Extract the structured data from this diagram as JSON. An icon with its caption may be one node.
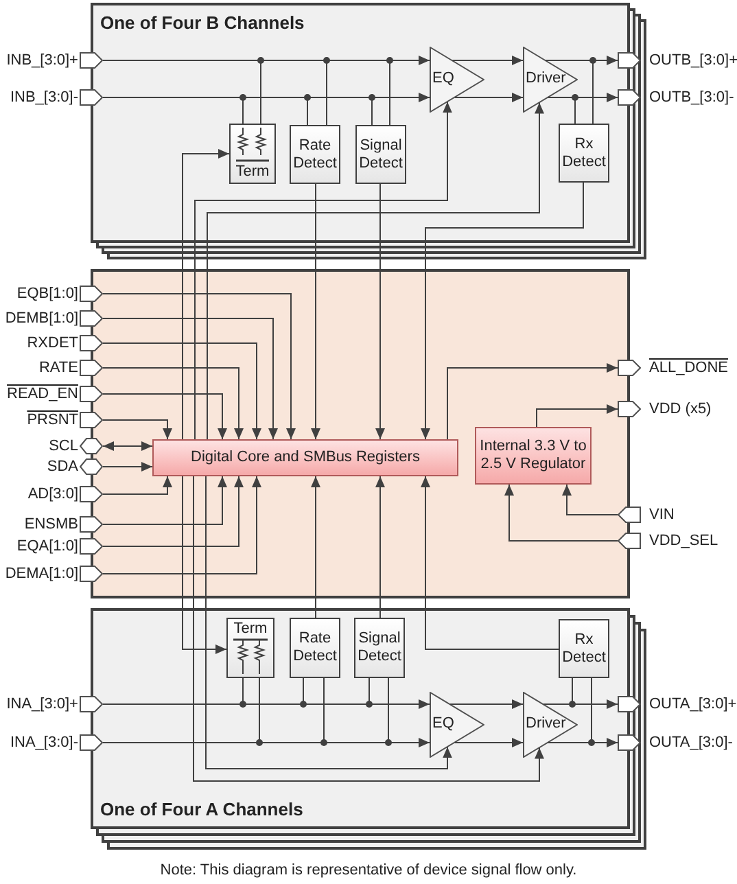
{
  "diagram": {
    "caption": "Note: This diagram is representative of device signal flow only.",
    "nodes": [
      {
        "text": [
          "One of Four B Channels"
        ]
      },
      {
        "text": [
          "INB_[3:0]+"
        ]
      },
      {
        "text": [
          "INB_[3:0]-"
        ]
      },
      {
        "text": [
          "Term"
        ],
        "in": 0
      },
      {
        "text": [
          "Rate Detect"
        ],
        "in": 0
      },
      {
        "text": [
          "Signal Detect"
        ],
        "in": 0
      },
      {
        "text": [
          "EQ"
        ],
        "in": 0
      },
      {
        "text": [
          "Driver"
        ],
        "in": 0
      },
      {
        "text": [
          "Rx Detect"
        ],
        "in": 0
      },
      {
        "text": [
          "OUTB_[3:0]+"
        ]
      },
      {
        "text": [
          "OUTB_[3:0]-"
        ]
      },
      {
        "text": [],
        "shape": "box"
      },
      {
        "text": [
          "EQB[1:0]"
        ]
      },
      {
        "text": [
          "DEMB[1:0]"
        ]
      },
      {
        "text": [
          "RXDET"
        ]
      },
      {
        "text": [
          "RATE"
        ]
      },
      {
        "text": [
          "READ_EN"
        ]
      },
      {
        "text": [
          "PRSNT"
        ]
      },
      {
        "text": [
          "SCL"
        ]
      },
      {
        "text": [
          "SDA"
        ]
      },
      {
        "text": [
          "AD[3:0]"
        ]
      },
      {
        "text": [
          "ENSMB"
        ]
      },
      {
        "text": [
          "EQA[1:0]"
        ]
      },
      {
        "text": [
          "DEMA[1:0]"
        ]
      },
      {
        "text": [
          "Digital Core and SMBus Registers"
        ],
        "in": 11
      },
      {
        "text": [
          "Internal 3.3 V to 2.5 V Regulator"
        ],
        "in": 11
      },
      {
        "text": [
          "ALL_DONE"
        ]
      },
      {
        "text": [
          "VDD (x5)"
        ]
      },
      {
        "text": [
          "VIN"
        ]
      },
      {
        "text": [
          "VDD_SEL"
        ]
      },
      {
        "text": [
          "One of Four A Channels"
        ]
      },
      {
        "text": [
          "INA_[3:0]+"
        ]
      },
      {
        "text": [
          "INA_[3:0]-"
        ]
      },
      {
        "text": [
          "Term"
        ],
        "in": 30
      },
      {
        "text": [
          "Rate Detect"
        ],
        "in": 30
      },
      {
        "text": [
          "Signal Detect"
        ],
        "in": 30
      },
      {
        "text": [
          "EQ"
        ],
        "in": 30
      },
      {
        "text": [
          "Driver"
        ],
        "in": 30
      },
      {
        "text": [
          "Rx Detect"
        ],
        "in": 30
      },
      {
        "text": [
          "OUTA_[3:0]+"
        ]
      },
      {
        "text": [
          "OUTA_[3:0]-"
        ]
      }
    ],
    "edges": [
      {
        "from": 1,
        "to": 6,
        "arrow": "to"
      },
      {
        "from": 2,
        "to": 6,
        "arrow": "to"
      },
      {
        "from": 1,
        "to": 3,
        "arrow": "none"
      },
      {
        "from": 2,
        "to": 3,
        "arrow": "none"
      },
      {
        "from": 1,
        "to": 4,
        "arrow": "none"
      },
      {
        "from": 2,
        "to": 4,
        "arrow": "none"
      },
      {
        "from": 1,
        "to": 5,
        "arrow": "none"
      },
      {
        "from": 2,
        "to": 5,
        "arrow": "none"
      },
      {
        "from": 6,
        "to": 7,
        "arrow": "to"
      },
      {
        "from": 6,
        "to": 7,
        "arrow": "to"
      },
      {
        "from": 7,
        "to": 9,
        "arrow": "to"
      },
      {
        "from": 7,
        "to": 10,
        "arrow": "to"
      },
      {
        "from": 7,
        "to": 8,
        "arrow": "none"
      },
      {
        "from": 7,
        "to": 8,
        "arrow": "none"
      },
      {
        "from": 24,
        "to": 3,
        "arrow": "to"
      },
      {
        "from": 24,
        "to": 6,
        "arrow": "to"
      },
      {
        "from": 24,
        "to": 7,
        "arrow": "to"
      },
      {
        "from": 4,
        "to": 24,
        "arrow": "to"
      },
      {
        "from": 5,
        "to": 24,
        "arrow": "to"
      },
      {
        "from": 8,
        "to": 24,
        "arrow": "to"
      },
      {
        "from": 12,
        "to": 24,
        "arrow": "to"
      },
      {
        "from": 13,
        "to": 24,
        "arrow": "to"
      },
      {
        "from": 14,
        "to": 24,
        "arrow": "to"
      },
      {
        "from": 15,
        "to": 24,
        "arrow": "to"
      },
      {
        "from": 16,
        "to": 24,
        "arrow": "to"
      },
      {
        "from": 17,
        "to": 24,
        "arrow": "to"
      },
      {
        "from": 18,
        "to": 24,
        "arrow": "both"
      },
      {
        "from": 19,
        "to": 24,
        "arrow": "to"
      },
      {
        "from": 20,
        "to": 24,
        "arrow": "to"
      },
      {
        "from": 21,
        "to": 24,
        "arrow": "to"
      },
      {
        "from": 22,
        "to": 24,
        "arrow": "to"
      },
      {
        "from": 23,
        "to": 24,
        "arrow": "to"
      },
      {
        "from": 24,
        "to": 26,
        "arrow": "to"
      },
      {
        "from": 25,
        "to": 27,
        "arrow": "to"
      },
      {
        "from": 28,
        "to": 25,
        "arrow": "to"
      },
      {
        "from": 29,
        "to": 25,
        "arrow": "to"
      },
      {
        "from": 31,
        "to": 36,
        "arrow": "to"
      },
      {
        "from": 32,
        "to": 36,
        "arrow": "to"
      },
      {
        "from": 31,
        "to": 33,
        "arrow": "none"
      },
      {
        "from": 32,
        "to": 33,
        "arrow": "none"
      },
      {
        "from": 31,
        "to": 34,
        "arrow": "none"
      },
      {
        "from": 32,
        "to": 34,
        "arrow": "none"
      },
      {
        "from": 31,
        "to": 35,
        "arrow": "none"
      },
      {
        "from": 32,
        "to": 35,
        "arrow": "none"
      },
      {
        "from": 36,
        "to": 37,
        "arrow": "to"
      },
      {
        "from": 36,
        "to": 37,
        "arrow": "to"
      },
      {
        "from": 37,
        "to": 39,
        "arrow": "to"
      },
      {
        "from": 37,
        "to": 40,
        "arrow": "to"
      },
      {
        "from": 37,
        "to": 38,
        "arrow": "none"
      },
      {
        "from": 37,
        "to": 38,
        "arrow": "none"
      },
      {
        "from": 24,
        "to": 33,
        "arrow": "to"
      },
      {
        "from": 24,
        "to": 36,
        "arrow": "to"
      },
      {
        "from": 24,
        "to": 37,
        "arrow": "to"
      },
      {
        "from": 34,
        "to": 24,
        "arrow": "to"
      },
      {
        "from": 35,
        "to": 24,
        "arrow": "to"
      },
      {
        "from": 38,
        "to": 24,
        "arrow": "to"
      }
    ]
  }
}
